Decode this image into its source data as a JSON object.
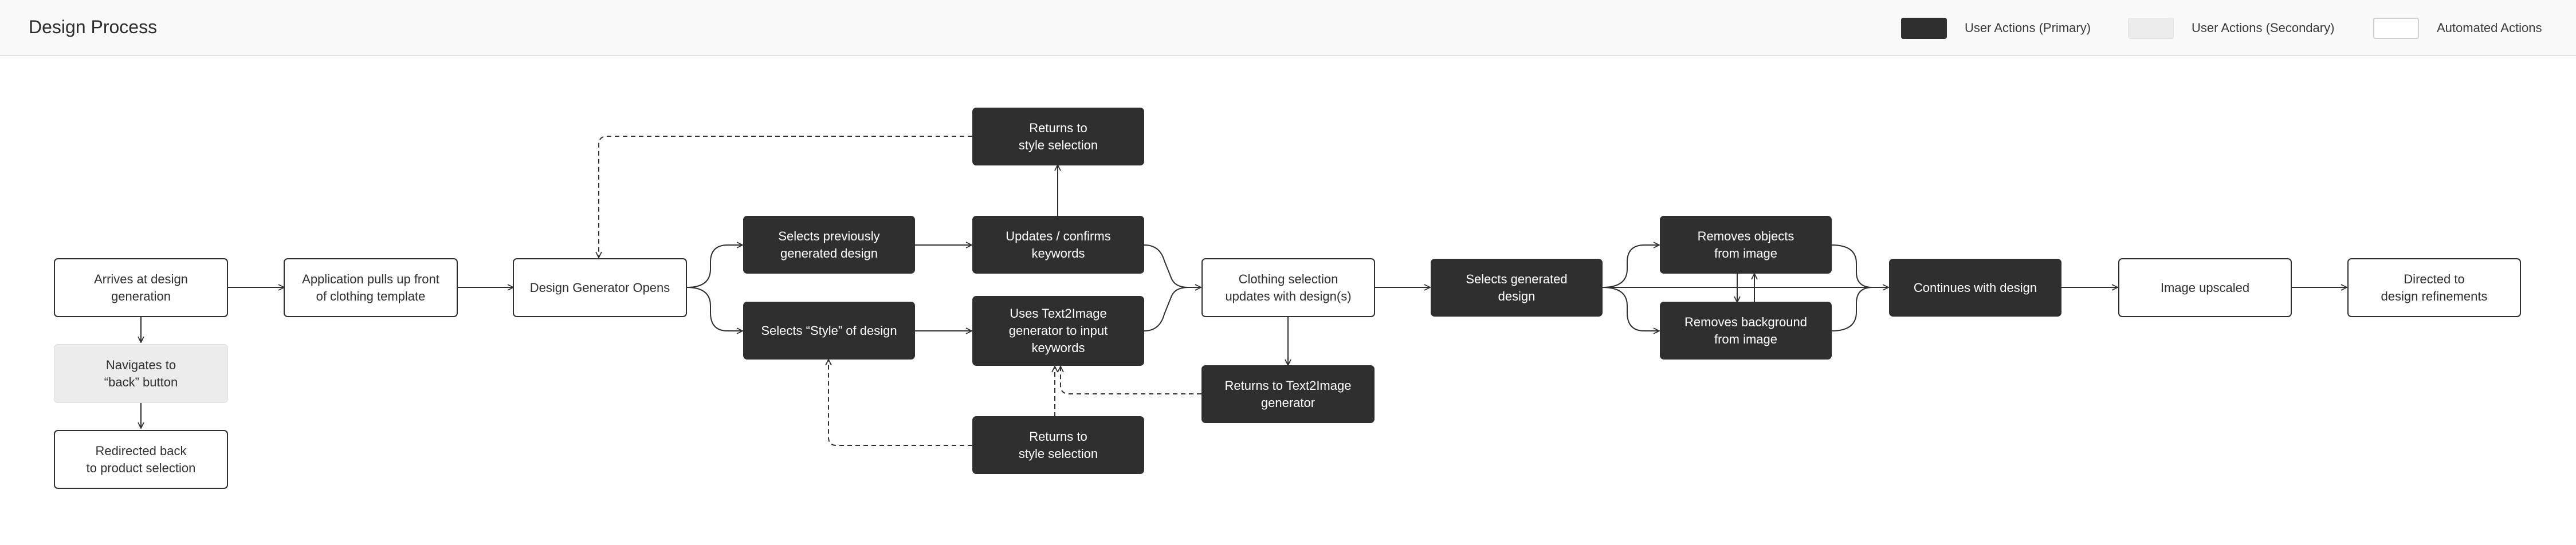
{
  "header": {
    "title": "Design Process"
  },
  "legend": {
    "primary": "User Actions (Primary)",
    "secondary": "User Actions (Secondary)",
    "automated": "Automated Actions"
  },
  "nodes": {
    "arrives": "Arrives at design\ngeneration",
    "navigates_back": "Navigates to\n“back” button",
    "redirected_back": "Redirected back\nto product selection",
    "pulls_template": "Application pulls up front\nof clothing template",
    "generator_opens": "Design Generator Opens",
    "selects_previous": "Selects previously\ngenerated design",
    "selects_style": "Selects “Style” of design",
    "returns_style_top": "Returns to\nstyle selection",
    "updates_keywords": "Updates / confirms\nkeywords",
    "uses_text2image": "Uses Text2Image\ngenerator to input\nkeywords",
    "returns_style_bottom": "Returns to\nstyle selection",
    "clothing_updates": "Clothing selection\nupdates with design(s)",
    "returns_text2image": "Returns to Text2Image\ngenerator",
    "selects_generated": "Selects generated\ndesign",
    "removes_objects": "Removes objects\nfrom image",
    "removes_background": "Removes background\nfrom image",
    "continues": "Continues with design",
    "upscaled": "Image upscaled",
    "directed": "Directed to\ndesign refinements"
  },
  "colors": {
    "primary_fill": "#2f2f2f",
    "secondary_fill": "#ececec",
    "automated_fill": "#ffffff",
    "connector": "#2f2f2f"
  }
}
